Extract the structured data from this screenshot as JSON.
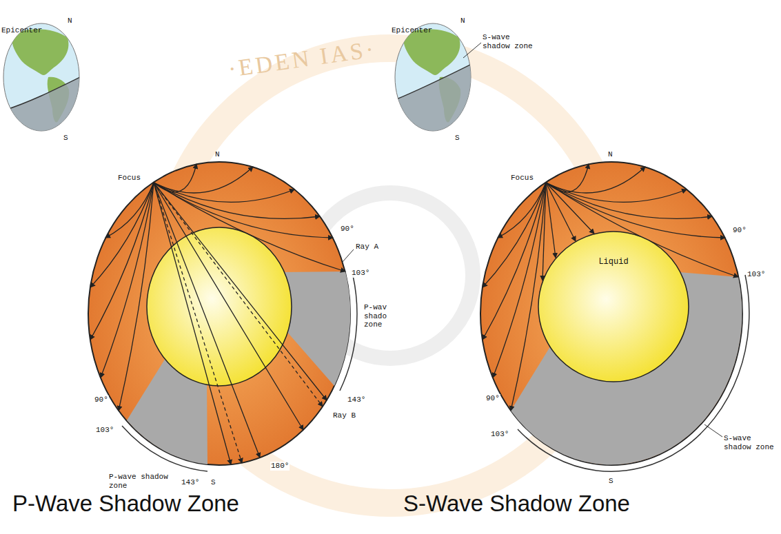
{
  "diagram": {
    "nodes": [
      {
        "text": [
          "Liquid"
        ]
      }
    ],
    "labels": [
      "Epicenter",
      "N",
      "S",
      "Focus",
      "N",
      "90°",
      "Ray A",
      "103°",
      "P-wav shado zone",
      "143°",
      "Ray B",
      "90°",
      "103°",
      "P-wave shadow zone",
      "143°",
      "S",
      "180°",
      "P-Wave Shadow Zone",
      "Epicenter",
      "N",
      "S-wave shadow zone",
      "S",
      "Focus",
      "N",
      "90°",
      "103°",
      "90°",
      "103°",
      "S-wave shadow zone",
      "S",
      "S-Wave Shadow Zone",
      "·EDEN IAS·"
    ]
  }
}
